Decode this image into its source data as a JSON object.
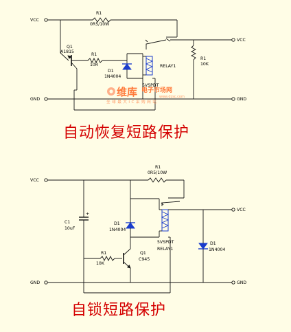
{
  "circuit1": {
    "title": "自动恢复短路保护",
    "labels": {
      "vcc_in": "VCC",
      "gnd_in": "GND",
      "vcc_out": "VCC",
      "gnd_out": "GND",
      "r1_ref": "R1",
      "r1_val": "0R5/10W",
      "q1_ref": "Q1",
      "q1_val": "A1815",
      "r2_ref": "R1",
      "r2_val": "10R",
      "d1_ref": "D1",
      "d1_val": "1N4004",
      "relay_val": "5VSPDT",
      "relay_ref": "RELAY1",
      "r3_ref": "R1",
      "r3_val": "10K"
    }
  },
  "circuit2": {
    "title": "自锁短路保护",
    "labels": {
      "vcc_in": "VCC",
      "gnd_in": "GND",
      "vcc_out": "VCC",
      "gnd_out": "GND",
      "r1_ref": "R1",
      "r1_val": "0R5/10W",
      "c1_ref": "C1",
      "c1_val": "10uF",
      "c1_plus": "+",
      "d1_ref": "D1",
      "d1_val": "1N4004",
      "r2_ref": "R1",
      "r2_val": "10K",
      "q1_ref": "Q1",
      "q1_val": "C945",
      "relay_val": "5VSPDT",
      "relay_ref": "RELAY1",
      "d2_ref": "D1",
      "d2_val": "1N4004"
    }
  },
  "watermark": {
    "brand": "维库",
    "brand_suffix": "电子市场网",
    "tagline": "全球最大IC采购网站",
    "url": "www.dzsc.com"
  },
  "colors": {
    "wire": "#141414",
    "diode": "#1a3ccc",
    "relay_coil": "#1a3ccc",
    "title": "#d40000",
    "watermark": "#ff7a3a",
    "background": "#fffde6"
  }
}
